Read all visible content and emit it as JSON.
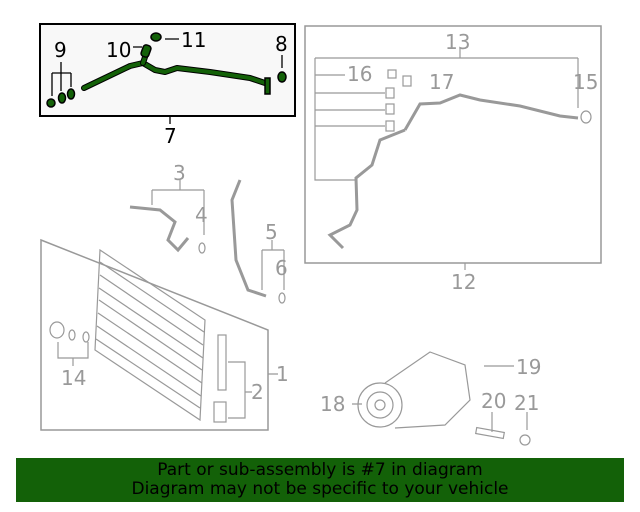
{
  "colors": {
    "highlight": "#136108",
    "part_lines": "#999999",
    "banner": "#136108"
  },
  "callouts": {
    "c1": "1",
    "c2": "2",
    "c3": "3",
    "c4": "4",
    "c5": "5",
    "c6": "6",
    "c7": "7",
    "c8": "8",
    "c9": "9",
    "c10": "10",
    "c11": "11",
    "c12": "12",
    "c13": "13",
    "c14": "14",
    "c15": "15",
    "c16": "16",
    "c17": "17",
    "c18": "18",
    "c19": "19",
    "c20": "20",
    "c21": "21"
  },
  "highlighted_part": "7",
  "banner": {
    "line1": "Part or sub-assembly is #7 in diagram",
    "line2": "Diagram may not be specific to your vehicle"
  }
}
